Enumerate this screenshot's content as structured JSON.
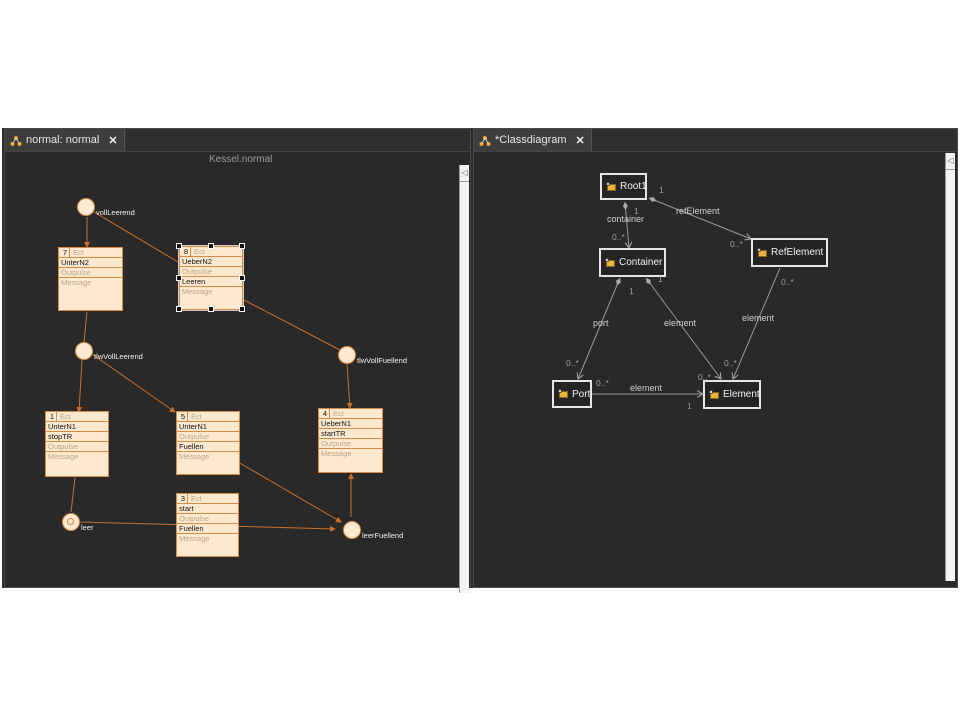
{
  "left_editor": {
    "tab_label": "normal: normal",
    "title": "Kessel.normal",
    "events": [
      {
        "id": "vollLeerend",
        "label": "vollLeerend"
      },
      {
        "id": "tlwVollLeerend",
        "label": "tlwVollLeerend"
      },
      {
        "id": "tlwVollFuellend",
        "label": "tlwVollFuellend"
      },
      {
        "id": "leer",
        "label": "leer"
      },
      {
        "id": "leerFuellend",
        "label": "leerFuellend"
      }
    ],
    "states": [
      {
        "num": "7",
        "ect": "Ect",
        "name": "UnterN2",
        "outpulse": "Outpulse",
        "action": "",
        "message": "Message"
      },
      {
        "num": "8",
        "ect": "Ect",
        "name": "UeberN2",
        "outpulse": "Outpulse",
        "action": "Leeren",
        "message": "Message"
      },
      {
        "num": "1",
        "ect": "Ect",
        "name": "UnterN1",
        "outpulse": "Outpulse",
        "action": "stopTR",
        "message": "Message"
      },
      {
        "num": "5",
        "ect": "Ect",
        "name": "UnterN1",
        "outpulse": "Outpulse",
        "action": "Fuellen",
        "message": "Message"
      },
      {
        "num": "4",
        "ect": "Ect",
        "name": "UeberN1",
        "outpulse": "Outpulse",
        "action": "startTR",
        "message": "Message"
      },
      {
        "num": "3",
        "ect": "Ect",
        "name": "start",
        "outpulse": "Outpulse",
        "action": "Fuellen",
        "message": "Message"
      }
    ]
  },
  "right_editor": {
    "tab_label": "*Classdiagram",
    "classes": [
      {
        "id": "root",
        "label": "Root1"
      },
      {
        "id": "container",
        "label": "Container"
      },
      {
        "id": "refelement",
        "label": "RefElement"
      },
      {
        "id": "port",
        "label": "Port"
      },
      {
        "id": "element",
        "label": "Element"
      }
    ],
    "relations": {
      "container": {
        "label": "container",
        "src_mult": "1",
        "dst_mult": "0..*"
      },
      "refElement": {
        "label": "refElement",
        "src_mult": "1",
        "dst_mult": "0..*"
      },
      "port": {
        "label": "port",
        "src_mult": "1",
        "dst_mult": "0..*"
      },
      "container_element": {
        "label": "element",
        "src_mult": "1",
        "dst_mult": "0..*"
      },
      "ref_element": {
        "label": "element",
        "src_mult": "0..*",
        "dst_mult": "0..*"
      },
      "port_element": {
        "label": "element",
        "src_mult": "0..*",
        "dst_mult": "1"
      }
    }
  },
  "icons": {
    "tab_icon": "diagram-icon",
    "close_icon": "close-icon",
    "class_icon": "class-icon"
  },
  "colors": {
    "accent": "#d98a47",
    "state_fill": "#fde9cf",
    "background": "#292929"
  }
}
